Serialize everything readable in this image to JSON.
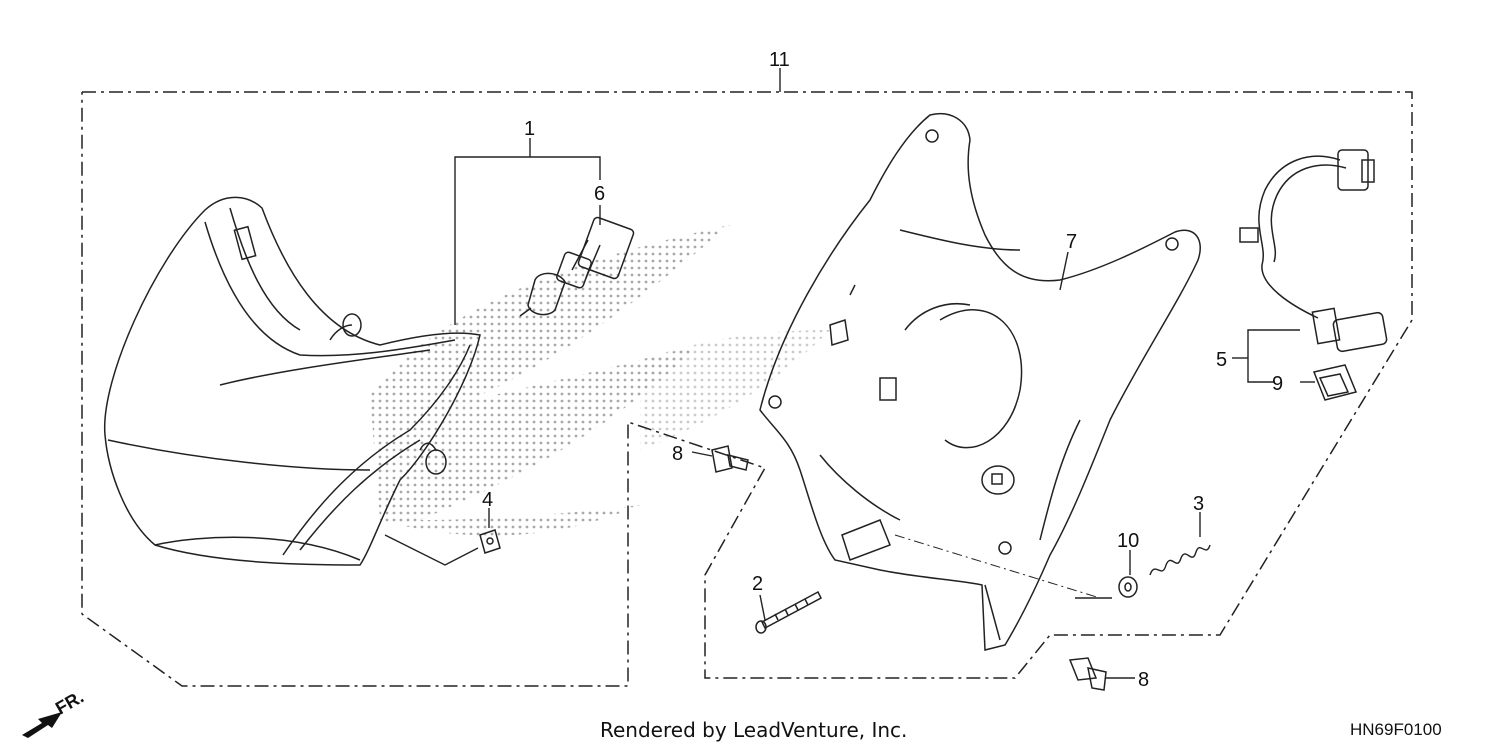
{
  "callouts": {
    "c1": "1",
    "c2": "2",
    "c3": "3",
    "c4": "4",
    "c5": "5",
    "c6": "6",
    "c7": "7",
    "c8a": "8",
    "c8b": "8",
    "c9": "9",
    "c10": "10",
    "c11": "11"
  },
  "direction_marker": "FR.",
  "footer": {
    "credit": "Rendered by LeadVenture, Inc.",
    "drawing_code": "HN69F0100"
  },
  "colors": {
    "line": "#222222",
    "dots": "#999999"
  }
}
